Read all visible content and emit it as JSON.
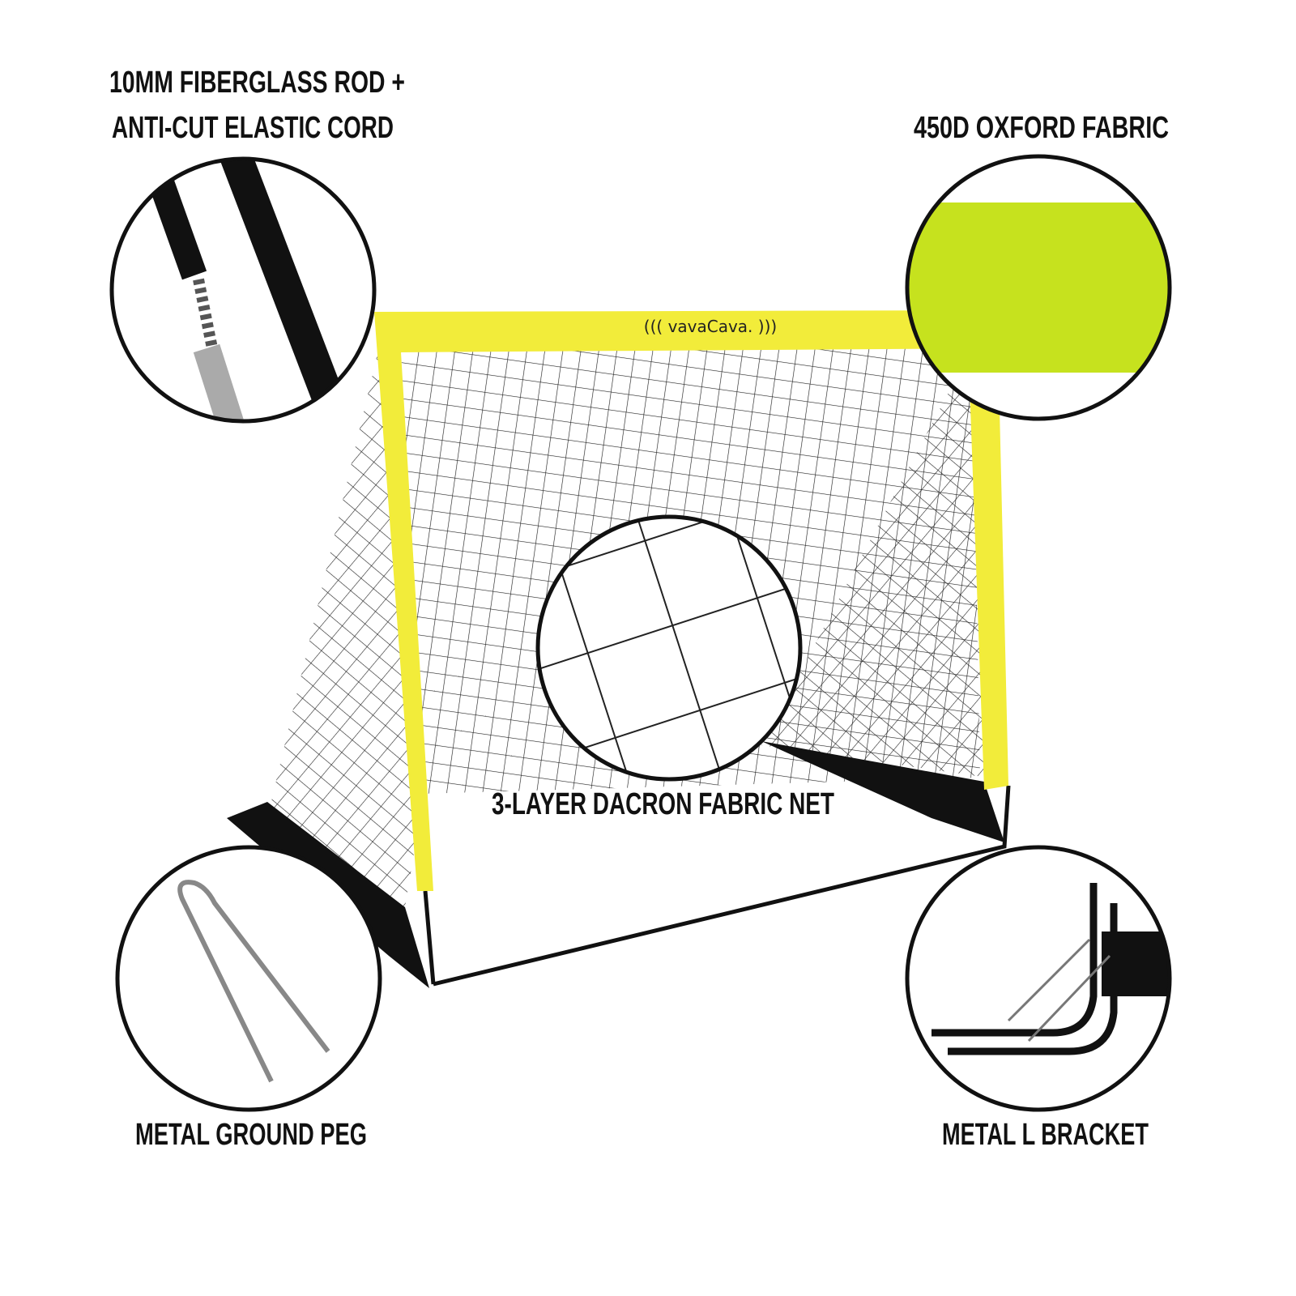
{
  "labels": {
    "rod_line1": "10MM FIBERGLASS ROD +",
    "rod_line2": "ANTI-CUT ELASTIC CORD",
    "fabric": "450D OXFORD FABRIC",
    "net": "3-LAYER DACRON FABRIC NET",
    "peg": "METAL GROUND PEG",
    "bracket": "METAL L BRACKET"
  },
  "brand": {
    "logo": "((( vavaCava. )))"
  },
  "colors": {
    "frame_yellow": "#f2ec3a",
    "fabric_green": "#c6e21e",
    "net": "#1a1a1a"
  }
}
